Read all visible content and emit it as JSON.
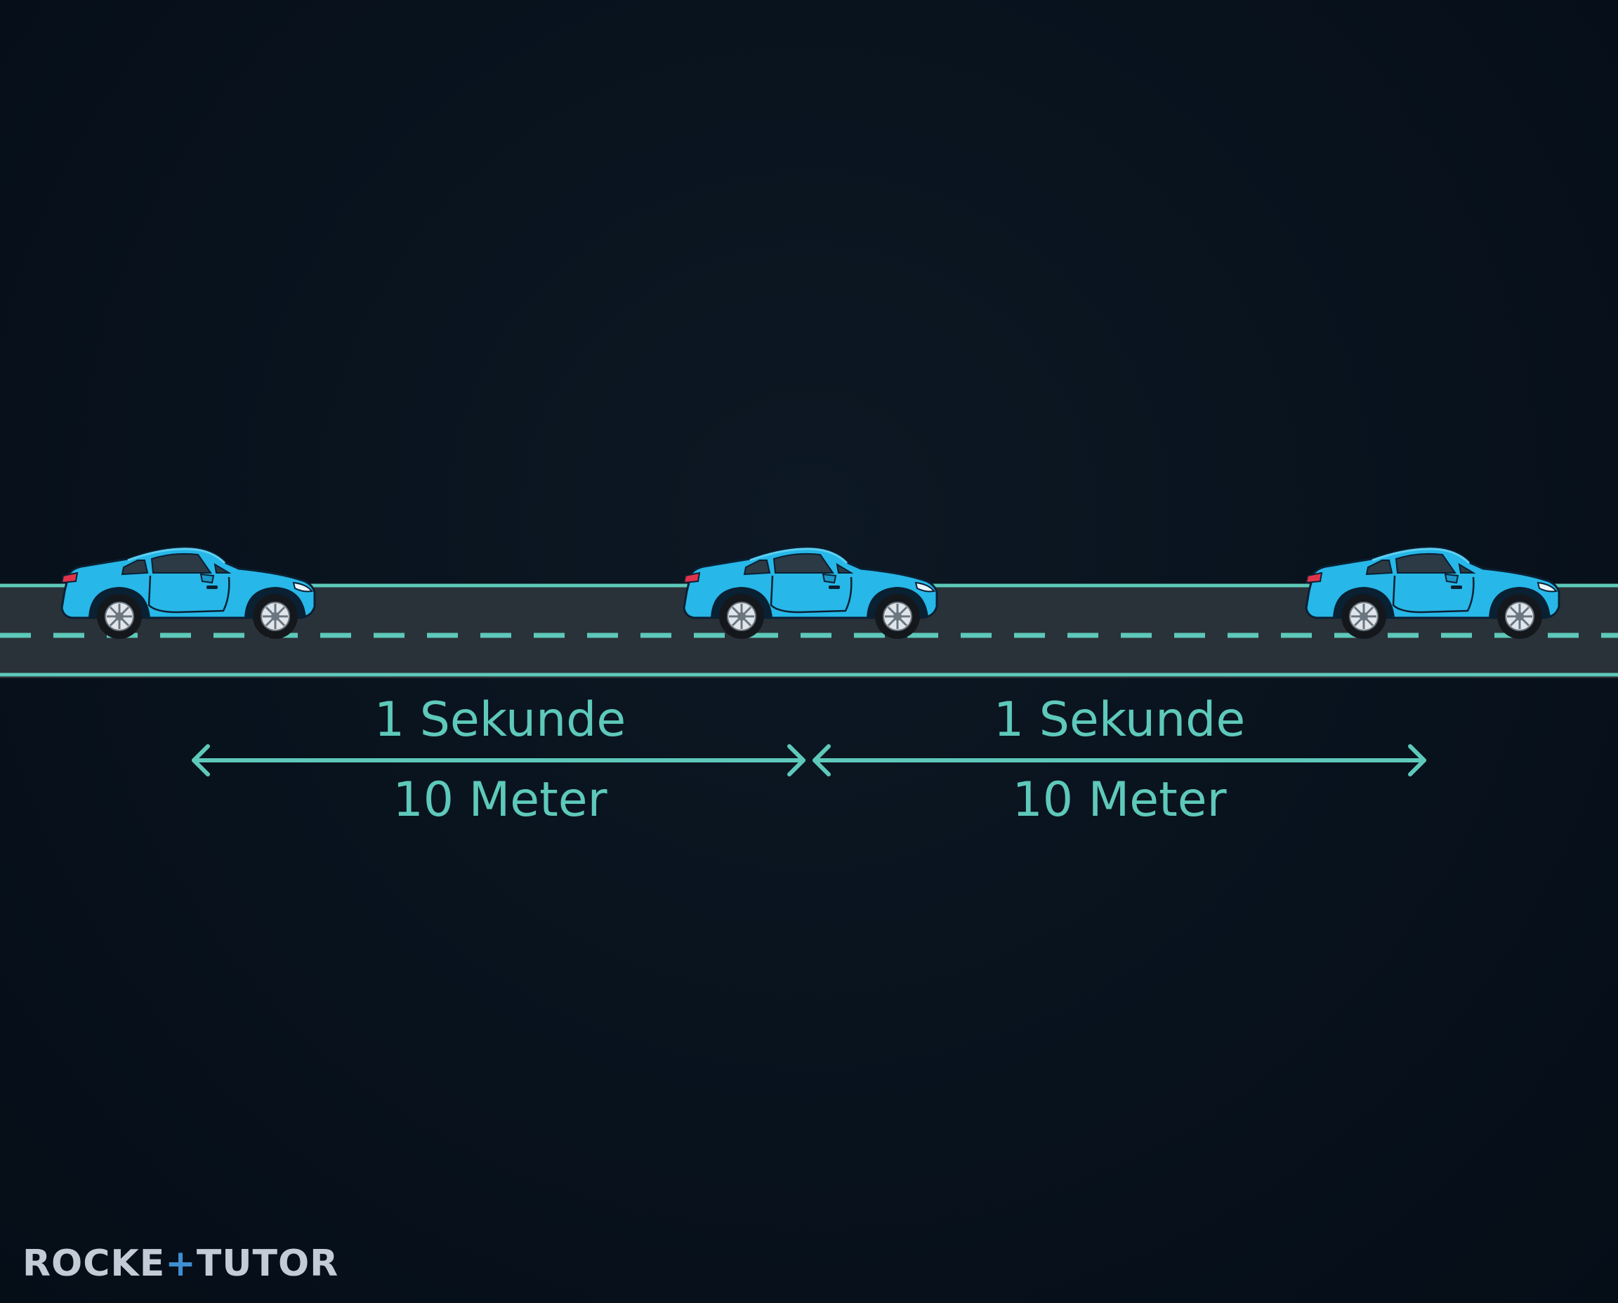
{
  "intervals": [
    {
      "time_label": "1 Sekunde",
      "distance_label": "10 Meter"
    },
    {
      "time_label": "1 Sekunde",
      "distance_label": "10 Meter"
    }
  ],
  "car_count": 3,
  "colors": {
    "background": "#06101b",
    "road": "#2a3239",
    "road_line": "#5ec9ba",
    "car_body": "#27b7e8",
    "label": "#5ec9ba"
  },
  "logo": {
    "word_left": "ROCKE",
    "word_right": "TUTOR"
  }
}
